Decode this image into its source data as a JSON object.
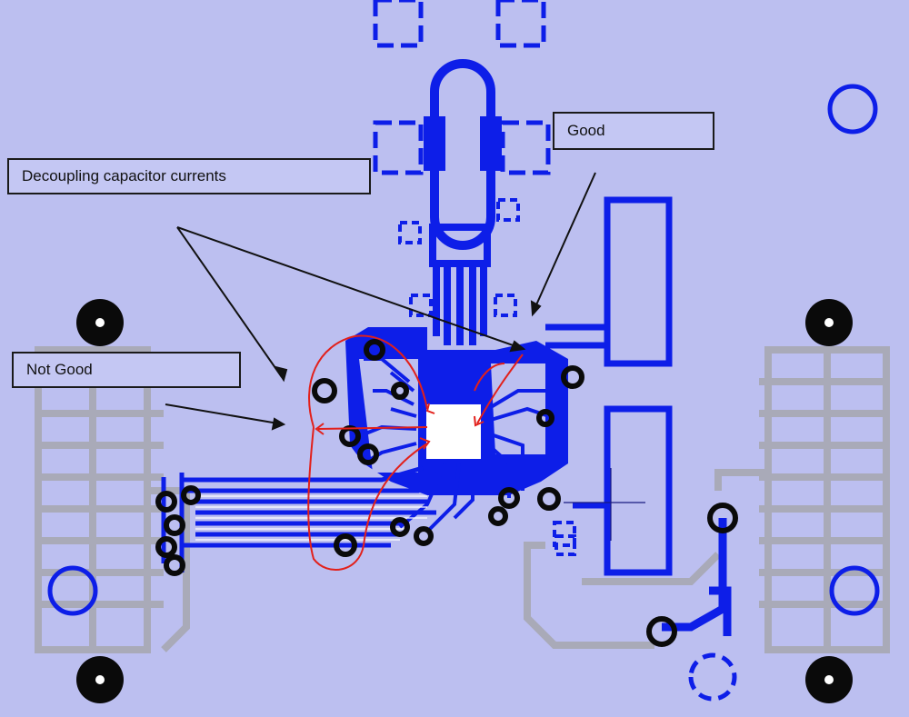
{
  "annotations": {
    "decoupling": "Decoupling  capacitor currents",
    "good": "Good",
    "not_good": "Not Good"
  },
  "colors": {
    "background": "#bcbff0",
    "copper": "#0d1ee8",
    "silkscreen": "#a9aab8",
    "pad_ring": "#0a0a0a",
    "current_path": "#e2201b",
    "arrow": "#111111"
  }
}
